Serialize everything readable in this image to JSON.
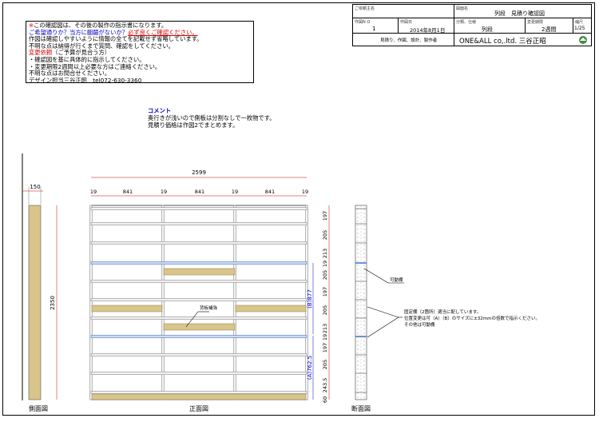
{
  "notice": {
    "lines": [
      {
        "marker": "※",
        "text": "この確認図は、その後の製作の指示書になります。"
      },
      {
        "segments": [
          "ご希望通りか？当方に齟齬がないか？",
          "必ず良くご確認ください。"
        ]
      },
      {
        "text": "作図は確認しやすいように情報の全てを記載せず省略しています。"
      },
      {
        "text": "不明な点は納得が行くまで質問、確認をしてください。"
      },
      {
        "title": "変更依頼",
        "rest": "（ご予算が見合う方）"
      },
      {
        "text": "・確認図を基に具体的に指示してください。"
      },
      {
        "text": "・変更期限2週間以上必要な方はご連絡ください。"
      },
      {
        "text": "不明な点はお問合せください。"
      },
      {
        "text": "デザイン担当三谷正昭　tel072-630-3360"
      }
    ]
  },
  "comment": {
    "title": "コメント",
    "lines": [
      "奥行きが浅いので側板は分割なしで一枚物です。",
      "見積り価格は作図2でまとめます。"
    ]
  },
  "title_block": {
    "customer_label": "ご依頼主名",
    "drawing_name_label": "図面名",
    "drawing_name": "列段　見積り確認図",
    "drawing_no_label": "作図N O",
    "drawing_no": "1",
    "date_label": "作図日",
    "date": "2014年8月1日",
    "category_label": "分類、仕様",
    "category": "列段",
    "deadline_label": "変更期限",
    "deadline": "2週間",
    "page_label": "縮尺",
    "page": "1/25",
    "maker_label": "見積り、作図、設計、製作者",
    "maker": "ONE&ALL co,.ltd. 三谷正昭"
  },
  "views": {
    "side_label": "側面図",
    "front_label": "正面図",
    "section_label": "断面図"
  },
  "dimensions": {
    "total_width": "2599",
    "side_depth": "150",
    "height": "2350",
    "gap_widths": [
      "19",
      "841",
      "19",
      "841",
      "19",
      "841",
      "19"
    ],
    "right_labels": [
      "197",
      "205",
      "213",
      "19",
      "205",
      "197",
      "205",
      "213",
      "19",
      "197",
      "205",
      "243.5",
      "60"
    ],
    "zone_b": "(B)877",
    "zone_a": "(A)762.5"
  },
  "annotations": {
    "fixed_shelf": "背板補強",
    "movable_shelf": "可動棚",
    "fixed_note": [
      "固定棚（2箇所）適当に配しています。",
      "位置変更は可（A）（B）のサイズに±32mmの倍数で指示ください。",
      "その他は可動棚"
    ]
  },
  "colors": {
    "shelf_line": "#8a8a8a",
    "wood": "#d9c58a",
    "blue_shelf": "#4a78c8",
    "red": "#dd0000",
    "blue_text": "#0000cc"
  }
}
